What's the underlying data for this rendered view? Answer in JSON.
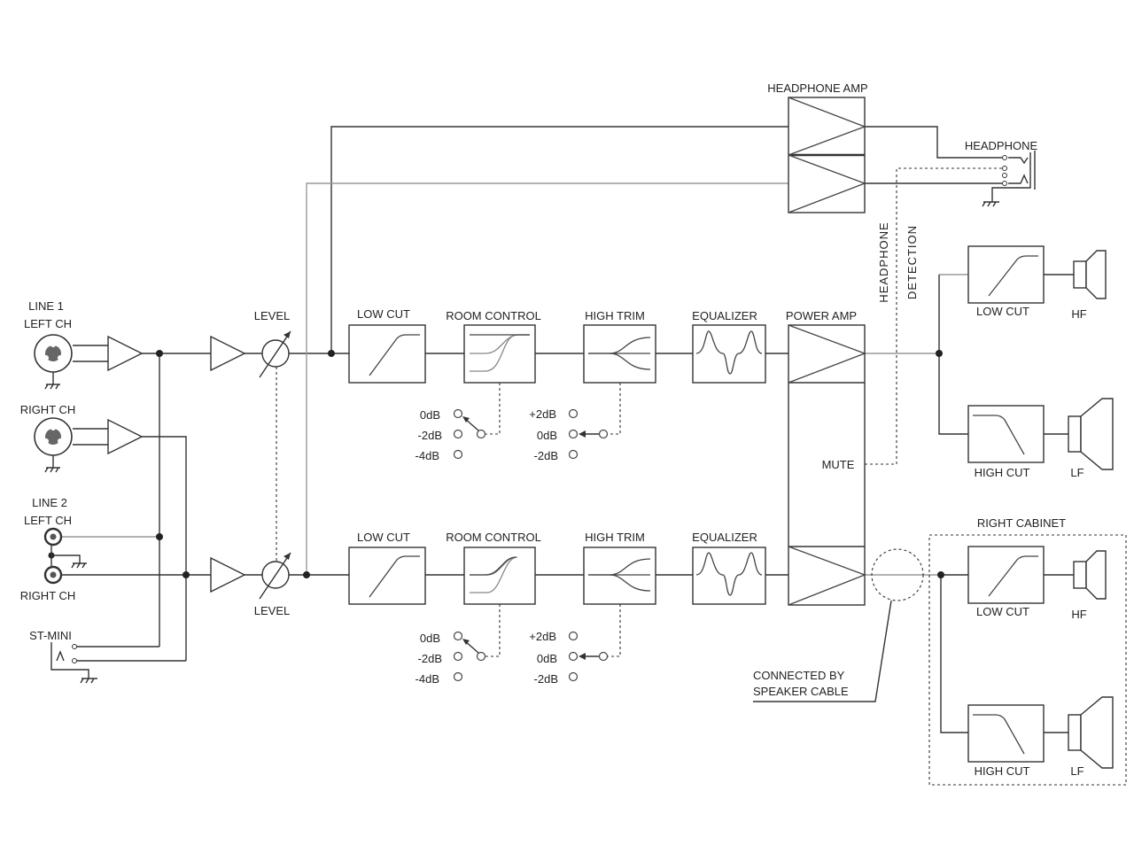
{
  "inputs": {
    "line1": "LINE 1",
    "line1_left": "LEFT CH",
    "line1_right": "RIGHT CH",
    "line2": "LINE 2",
    "line2_left": "LEFT CH",
    "line2_right": "RIGHT CH",
    "st_mini": "ST-MINI"
  },
  "level_label": "LEVEL",
  "blocks": {
    "low_cut": "LOW CUT",
    "room_control": "ROOM CONTROL",
    "high_trim": "HIGH TRIM",
    "equalizer": "EQUALIZER",
    "power_amp": "POWER AMP",
    "headphone_amp": "HEADPHONE AMP",
    "headphone": "HEADPHONE",
    "mute": "MUTE",
    "headphone_detection_1": "HEADPHONE",
    "headphone_detection_2": "DETECTION"
  },
  "room_control_options": [
    "0dB",
    "-2dB",
    "-4dB"
  ],
  "high_trim_options": [
    "+2dB",
    "0dB",
    "-2dB"
  ],
  "outputs": {
    "low_cut": "LOW CUT",
    "high_cut": "HIGH CUT",
    "hf": "HF",
    "lf": "LF",
    "right_cabinet": "RIGHT CABINET",
    "connected_by": "CONNECTED BY",
    "speaker_cable": "SPEAKER CABLE"
  }
}
